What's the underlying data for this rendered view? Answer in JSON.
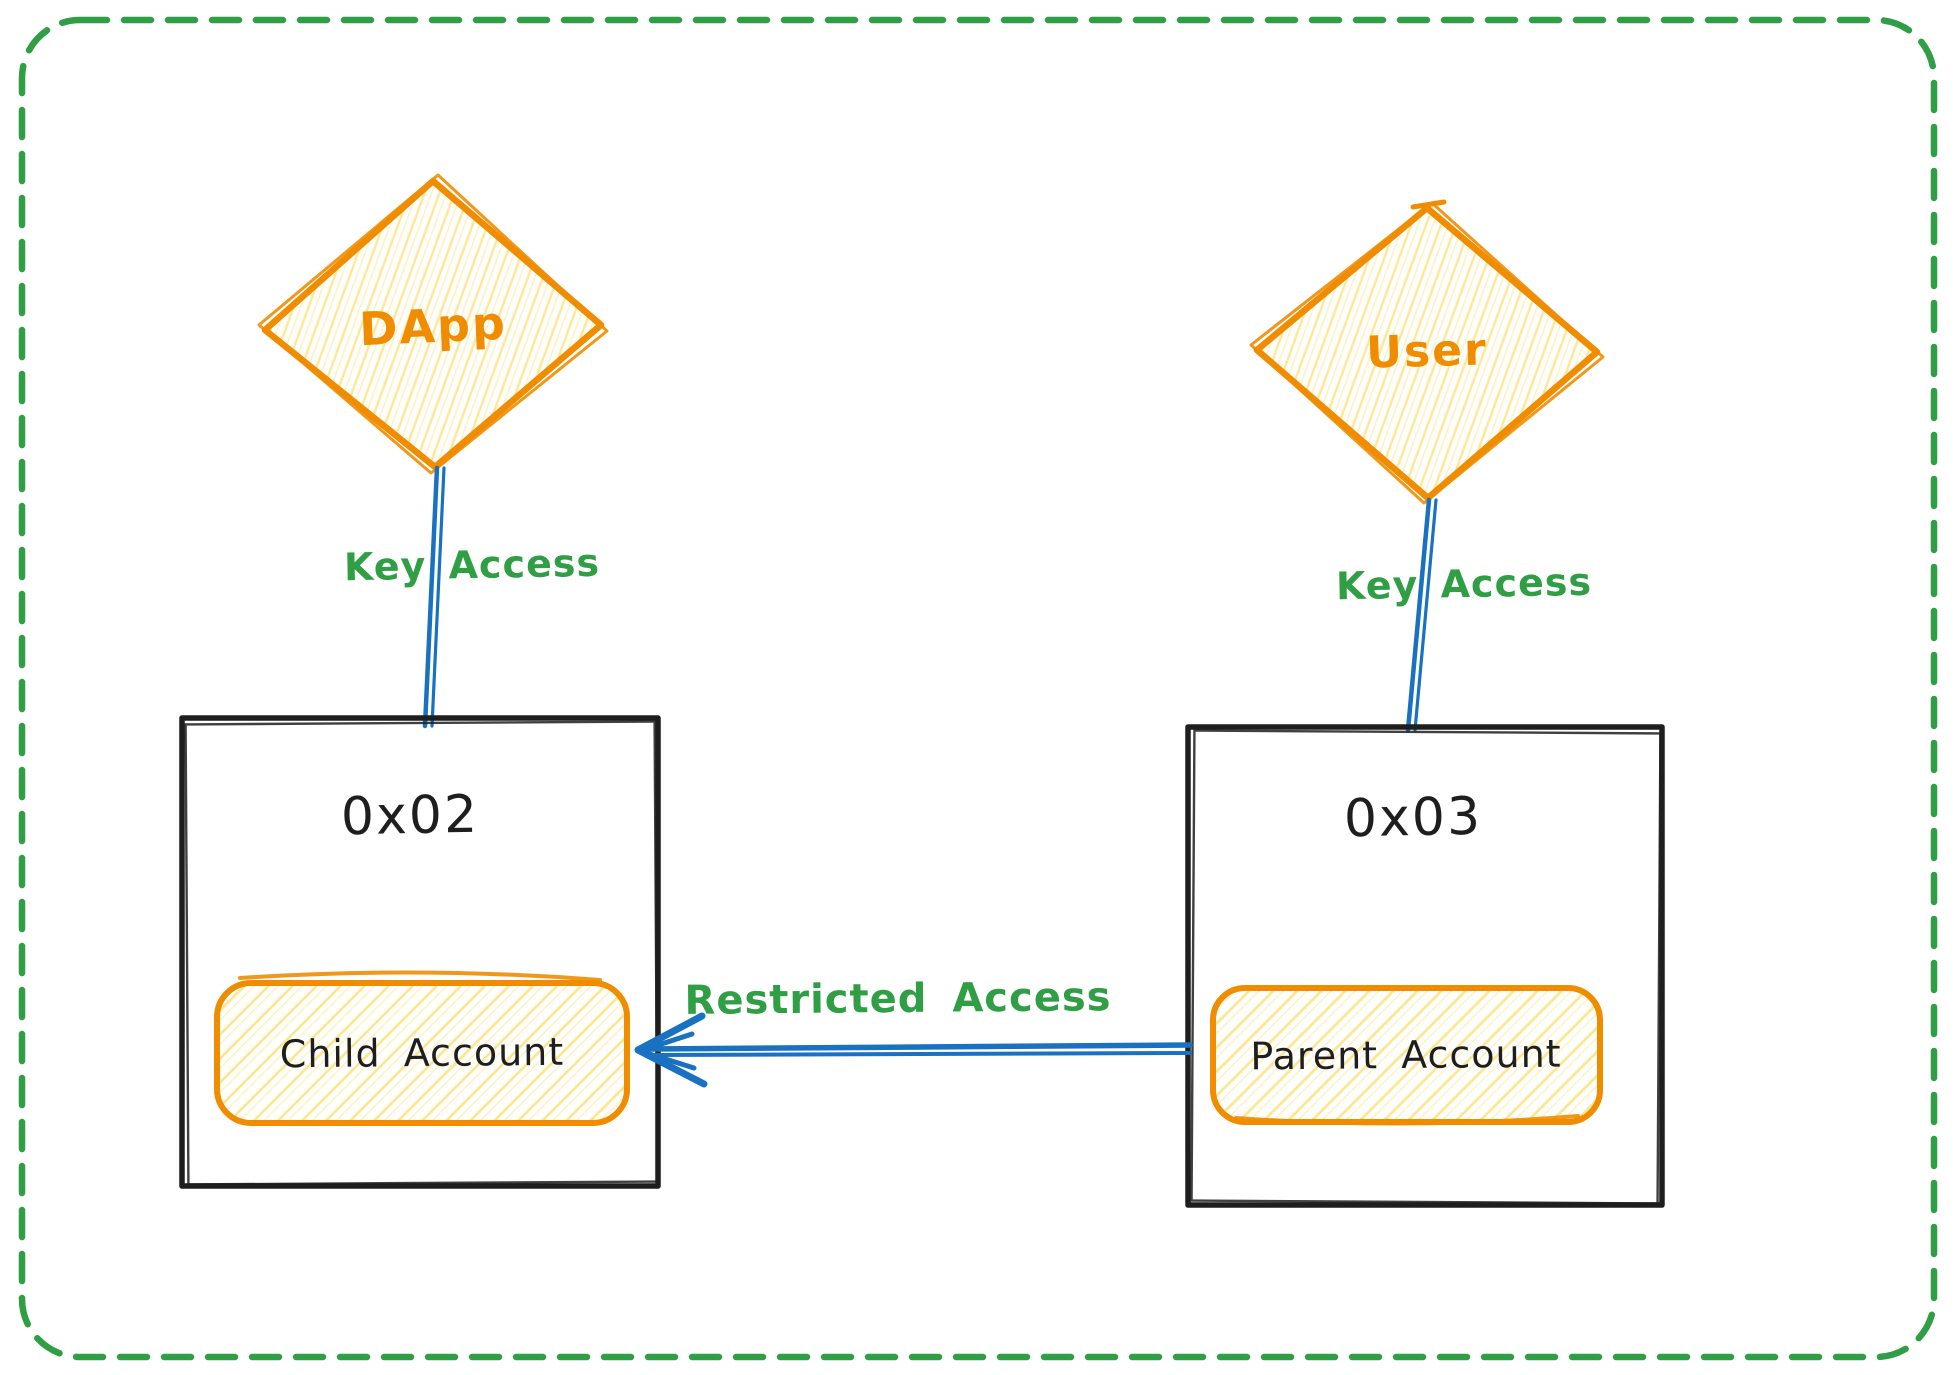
{
  "colors": {
    "background": "#ffffff",
    "frame_green": "#2f9e44",
    "node_orange": "#f08c00",
    "hatch_yellow": "#ffd43b",
    "edge_blue": "#1971c2",
    "ink_black": "#1e1e1e"
  },
  "nodes": {
    "dapp": {
      "label": "DApp"
    },
    "user": {
      "label": "User"
    },
    "left_box": {
      "address": "0x02",
      "account": "Child Account"
    },
    "right_box": {
      "address": "0x03",
      "account": "Parent Account"
    }
  },
  "edges": {
    "dapp_to_child_box": {
      "label": "Key Access"
    },
    "user_to_parent_box": {
      "label": "Key Access"
    },
    "parent_to_child": {
      "label": "Restricted Access"
    }
  }
}
